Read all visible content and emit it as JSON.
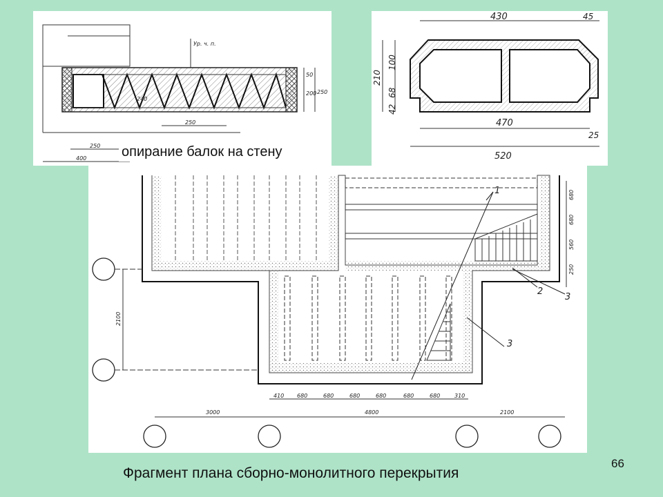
{
  "panel1": {
    "caption": "опирание балок на стену",
    "dims": {
      "d250a": "250",
      "d250b": "250",
      "d400": "400",
      "d240": "240",
      "d200": "200",
      "d250v": "250",
      "d50": "50",
      "label": "Ур. ч. п."
    }
  },
  "panel2": {
    "dims": {
      "top": "430",
      "topr": "45",
      "mid": "470",
      "midr": "25",
      "bottom": "520",
      "v210": "210",
      "v100": "100",
      "v68": "68",
      "v42": "42"
    }
  },
  "plan": {
    "callouts": [
      "1",
      "2",
      "3",
      "3"
    ],
    "vertical_dim": "2100",
    "right_dims": [
      "680",
      "680",
      "560",
      "250"
    ],
    "bottom_dims": [
      "410",
      "680",
      "680",
      "680",
      "680",
      "680",
      "680",
      "310"
    ],
    "span_dims": [
      "3000",
      "4800",
      "2100"
    ]
  },
  "footer": {
    "caption": "Фрагмент плана сборно-монолитного перекрытия",
    "page_number": "66"
  }
}
